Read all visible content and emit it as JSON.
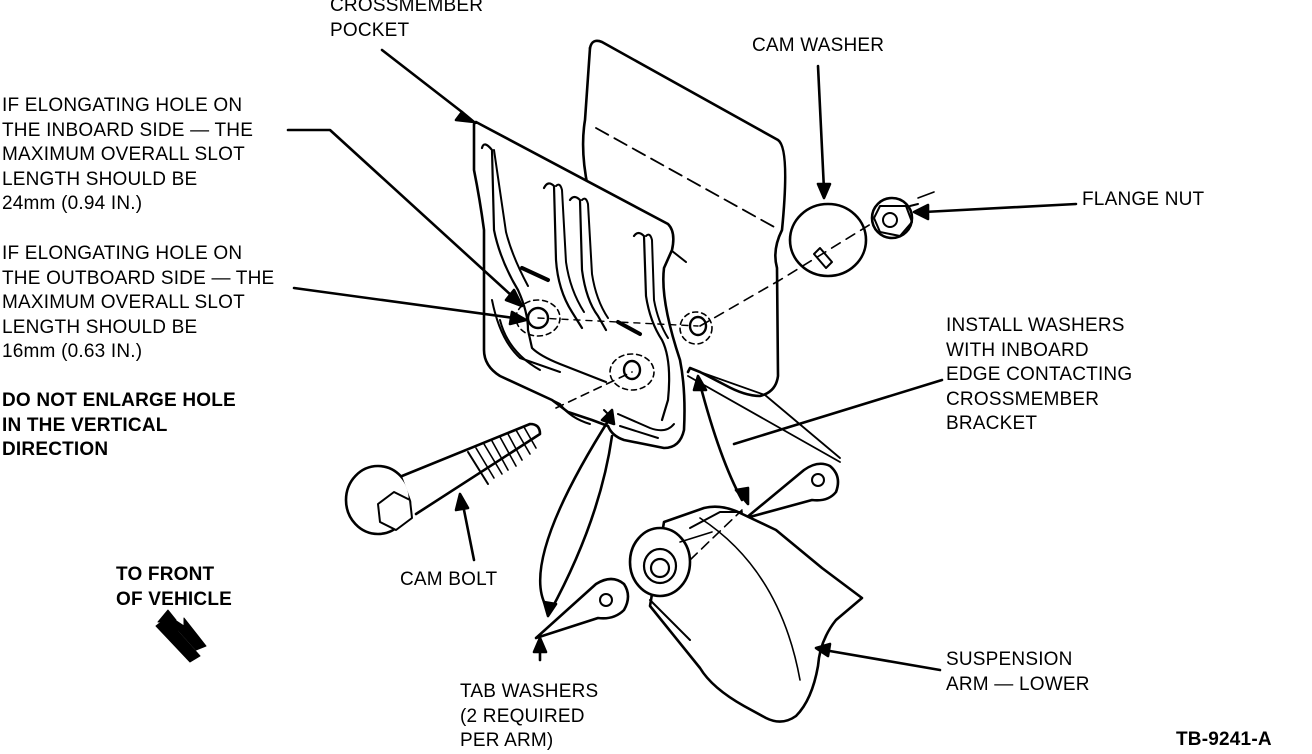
{
  "labels": {
    "crossmember_pocket": [
      "CROSSMEMBER",
      "POCKET"
    ],
    "cam_washer": [
      "CAM WASHER"
    ],
    "flange_nut": [
      "FLANGE NUT"
    ],
    "inboard_note": [
      "IF ELONGATING HOLE ON",
      "THE INBOARD SIDE — THE",
      "MAXIMUM OVERALL SLOT",
      "LENGTH SHOULD BE",
      "24mm (0.94 IN.)"
    ],
    "outboard_note": [
      "IF ELONGATING HOLE ON",
      "THE OUTBOARD SIDE — THE",
      "MAXIMUM OVERALL SLOT",
      "LENGTH SHOULD BE",
      "16mm (0.63 IN.)"
    ],
    "vertical_warning": [
      "DO NOT ENLARGE HOLE",
      "IN THE VERTICAL",
      "DIRECTION"
    ],
    "install_washers": [
      "INSTALL  WASHERS",
      "WITH  INBOARD",
      "EDGE CONTACTING",
      "CROSSMEMBER",
      "BRACKET"
    ],
    "cam_bolt": [
      "CAM BOLT"
    ],
    "to_front": [
      "TO FRONT",
      "OF VEHICLE"
    ],
    "tab_washers": [
      "TAB WASHERS",
      "(2 REQUIRED",
      "PER ARM)"
    ],
    "suspension_arm": [
      "SUSPENSION",
      "ARM — LOWER"
    ],
    "figure_id": [
      "TB-9241-A"
    ]
  },
  "icons": {
    "direction_arrow": "front-direction-arrow-icon"
  }
}
